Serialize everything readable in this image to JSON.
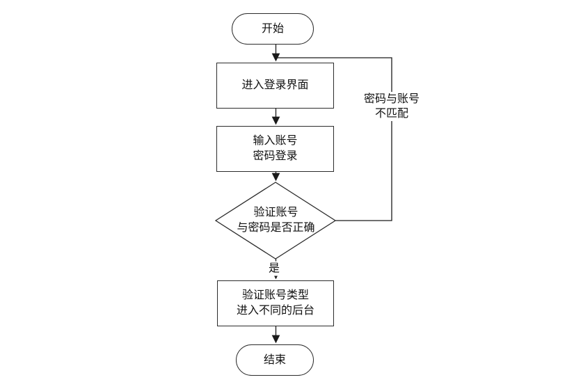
{
  "flowchart": {
    "nodes": {
      "start": "开始",
      "enter_login": "进入登录界面",
      "input_credentials": "输入账号\n密码登录",
      "verify_decision": "验证账号\n与密码是否正确",
      "verify_account_type": "验证账号类型\n进入不同的后台",
      "end": "结束"
    },
    "edge_labels": {
      "yes": "是",
      "mismatch": "密码与账号\n不匹配"
    },
    "colors": {
      "stroke": "#1a1a1a",
      "shape_border": "#2b2b2b",
      "background": "#ffffff",
      "text": "#111111"
    }
  }
}
